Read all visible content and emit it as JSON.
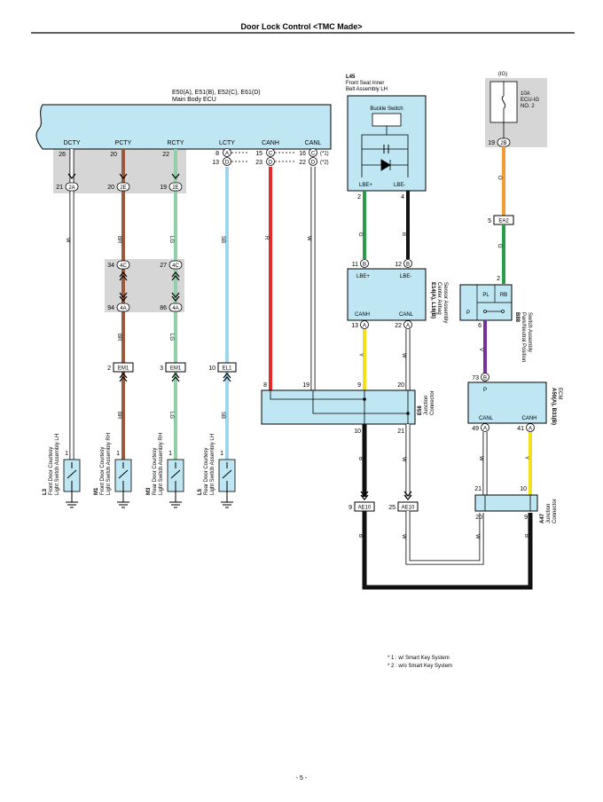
{
  "header": {
    "title": "Door Lock Control <TMC Made>"
  },
  "ecu": {
    "ref": "E50(A), E51(B), E52(C), E61(D)",
    "name": "Main Body ECU",
    "terminals": [
      "DCTY",
      "PCTY",
      "RCTY",
      "LCTY",
      "CANH",
      "CANL"
    ],
    "pins_top": [
      "26",
      "20",
      "22",
      "8",
      "15",
      "16"
    ],
    "lcty_pin2": "13",
    "canh_pin2": "23",
    "canl_pin2": "22",
    "conn_A": "A",
    "conn_D": "D",
    "conn_C": "C",
    "note1": "(*1)",
    "note2": "(*2)"
  },
  "mid_connectors": {
    "dcty": {
      "pin": "21",
      "conn": "2A"
    },
    "pcty": {
      "pin": "20",
      "conn": "2E"
    },
    "rcty": {
      "pin": "19",
      "conn": "2E"
    },
    "pcty_4c": {
      "pin": "34",
      "conn": "4C"
    },
    "rcty_4c": {
      "pin": "27",
      "conn": "4C"
    },
    "pcty_4a": {
      "pin": "94",
      "conn": "4A"
    },
    "rcty_4a": {
      "pin": "86",
      "conn": "4A"
    },
    "em1_a": {
      "pin": "2",
      "conn": "EM1"
    },
    "em1_b": {
      "pin": "3",
      "conn": "EM1"
    },
    "el1": {
      "pin": "10",
      "conn": "EL1"
    }
  },
  "wire_colors": {
    "W": "W",
    "BR": "BR",
    "LG": "LG",
    "SB": "SB",
    "R": "R",
    "G": "G",
    "B": "B",
    "O": "O",
    "Y": "Y",
    "V": "V"
  },
  "colors": {
    "white": "#ffffff",
    "brown": "#9b5a3c",
    "light_green": "#8fd0a8",
    "sky_blue": "#9dd6ee",
    "red": "#e32b2b",
    "green": "#2a9d48",
    "black": "#111111",
    "orange": "#f39c33",
    "yellow": "#f2e01e",
    "violet": "#7a2f9a",
    "ecu_fill": "#bfe6f3",
    "shade": "#d6d6d6"
  },
  "switches": [
    {
      "ref": "L3",
      "line1": "Front Door Courtesy",
      "line2": "Light Switch Assembly LH",
      "pin": "1"
    },
    {
      "ref": "M1",
      "line1": "Front Door Courtesy",
      "line2": "Light Switch Assembly RH",
      "pin": "1"
    },
    {
      "ref": "M3",
      "line1": "Rear Door Courtesy",
      "line2": "Light Switch Assembly RH",
      "pin": "1"
    },
    {
      "ref": "L5",
      "line1": "Rear Door Courtesy",
      "line2": "Light Switch Assembly LH",
      "pin": "1"
    }
  ],
  "seatbelt": {
    "ref": "L45",
    "line1": "Front Seat Inner",
    "line2": "Belt Assembly LH",
    "switch": "Buckle Switch",
    "t1": "LBE+",
    "t2": "LBE-",
    "pin1": "2",
    "pin2": "4"
  },
  "fuse": {
    "ig": "(IG)",
    "amp": "10A",
    "name1": "ECU-IG",
    "name2": "NO. 2",
    "pin": "19",
    "conn": "2B"
  },
  "airbag": {
    "ref": "E14(A), L16(B)",
    "line1": "Center Airbag",
    "line2": "Sensor Assembly",
    "t1": "LBE+",
    "t2": "LBE-",
    "t3": "CANH",
    "t4": "CANL",
    "pin_lbe_plus": "11",
    "conn_b1": "B",
    "pin_lbe_minus": "12",
    "conn_b2": "B",
    "pin_canh": "13",
    "conn_a1": "A",
    "pin_canl": "22",
    "conn_a2": "A"
  },
  "ea2": {
    "pin": "5",
    "conn": "EA2"
  },
  "park": {
    "ref": "B88",
    "line1": "Park/Neutral Position",
    "line2": "Switch Assembly",
    "pl": "PL",
    "rb": "RB",
    "p": "P",
    "pin_top": "2",
    "pin_bot": "6"
  },
  "j58": {
    "ref": "E58",
    "line1": "Junction",
    "line2": "Connector",
    "pins_top": [
      "8",
      "19",
      "9",
      "20"
    ],
    "pins_bot": [
      "10",
      "21"
    ]
  },
  "ecm": {
    "ref": "A50(A), B31(B)",
    "name": "ECM",
    "t_p": "P",
    "t_canl": "CANL",
    "t_canh": "CANH",
    "pin_p": "73",
    "conn_p": "B",
    "pin_canl": "49",
    "conn_canl": "A",
    "pin_canh": "41",
    "conn_canh": "A"
  },
  "a47": {
    "ref": "A47",
    "line1": "Junction",
    "line2": "Connector",
    "pins_top": [
      "21",
      "10"
    ],
    "pins_bot": [
      "20",
      "9"
    ]
  },
  "ae10": [
    {
      "pin": "9",
      "conn": "AE10"
    },
    {
      "pin": "25",
      "conn": "AE10"
    }
  ],
  "notes": [
    "* 1 : w/ Smart Key System",
    "* 2 : w/o Smart Key System"
  ],
  "footer": {
    "page": "- 5 -"
  }
}
